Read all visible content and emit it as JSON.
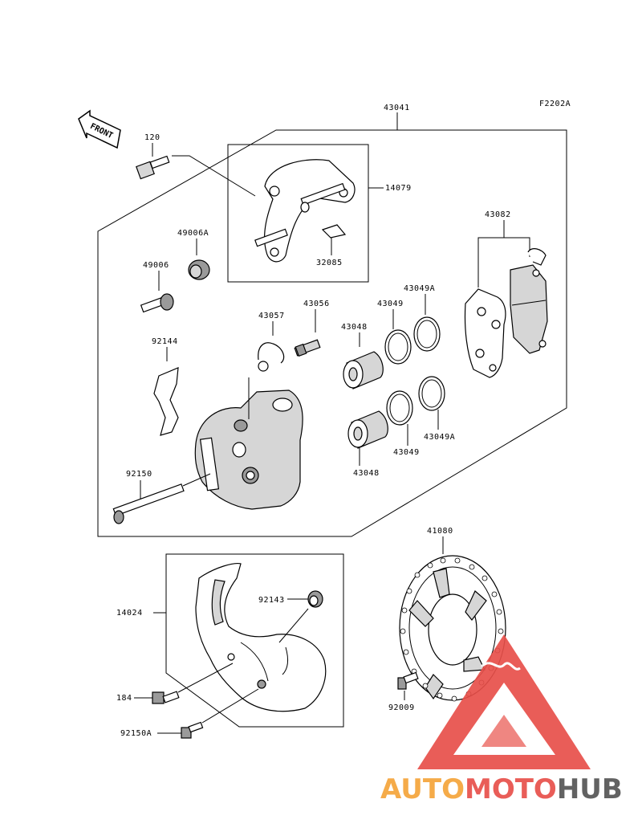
{
  "figure_code": "F2202A",
  "front_label": "FRONT",
  "parts": {
    "p120": "120",
    "p43041": "43041",
    "p14079": "14079",
    "p32085": "32085",
    "p49006A": "49006A",
    "p49006": "49006",
    "p43057": "43057",
    "p43056": "43056",
    "p43049A_top": "43049A",
    "p43049_top": "43049",
    "p43048_top": "43048",
    "p43082": "43082",
    "p92144": "92144",
    "p92150": "92150",
    "p43049A_bot": "43049A",
    "p43049_bot": "43049",
    "p43048_bot": "43048",
    "p41080": "41080",
    "p14024": "14024",
    "p92143": "92143",
    "p184": "184",
    "p92150A": "92150A",
    "p92009": "92009"
  },
  "watermark": {
    "part1": "AUTO",
    "part2": "MOTO",
    "part3": "HUB",
    "colors": {
      "orange": "#f5a43a",
      "red": "#e8504a",
      "gray": "#555555"
    }
  }
}
